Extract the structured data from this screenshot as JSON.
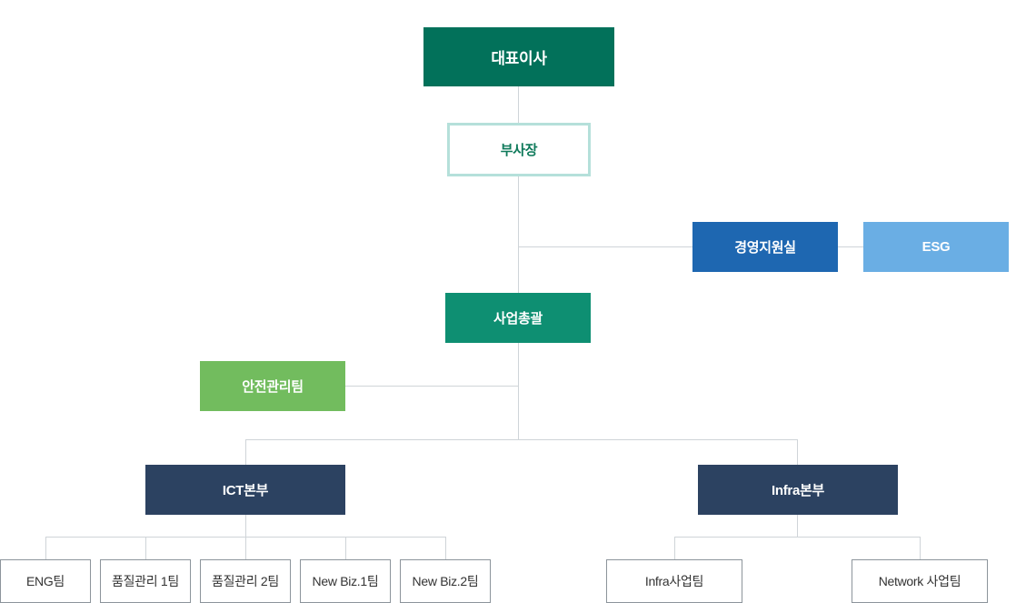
{
  "colors": {
    "ceo": "#02715a",
    "business": "#0e8f72",
    "management": "#1e67b1",
    "esg": "#6aaee4",
    "safety": "#72bc5e",
    "division": "#2c4261",
    "vice_president_border": "#b5e0da",
    "vice_president_text": "#0f7a5b",
    "connector": "#cfd4d8"
  },
  "org": {
    "ceo": "대표이사",
    "vice_president": "부사장",
    "management_support": "경영지원실",
    "esg": "ESG",
    "business_head": "사업총괄",
    "safety_team": "안전관리팀",
    "ict_division": {
      "name": "ICT본부",
      "teams": [
        "ENG팀",
        "품질관리 1팀",
        "품질관리 2팀",
        "New Biz.1팀",
        "New Biz.2팀"
      ]
    },
    "infra_division": {
      "name": "Infra본부",
      "teams": [
        "Infra사업팀",
        "Network 사업팀"
      ]
    }
  }
}
